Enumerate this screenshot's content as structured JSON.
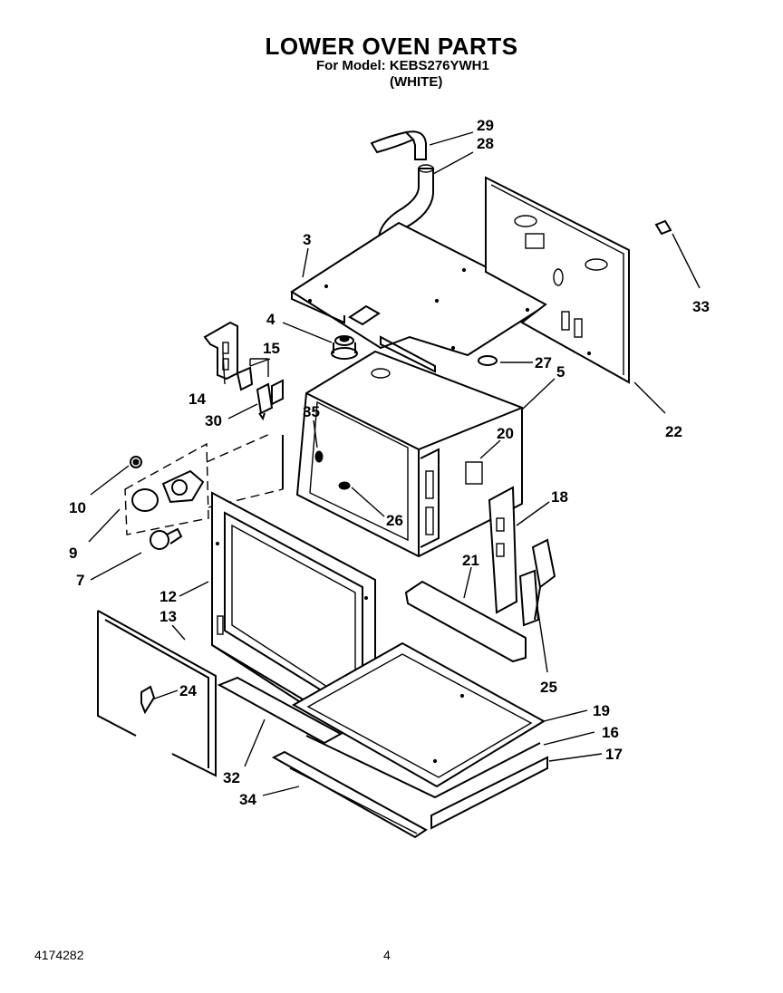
{
  "header": {
    "title": "LOWER OVEN PARTS",
    "model_line": "For Model: KEBS276YWH1",
    "color_line": "(WHITE)"
  },
  "footer": {
    "document_number": "4174282",
    "page_number": "4"
  },
  "callouts": {
    "c29": "29",
    "c28": "28",
    "c3": "3",
    "c33": "33",
    "c4": "4",
    "c15": "15",
    "c27": "27",
    "c5": "5",
    "c14": "14",
    "c30": "30",
    "c35": "35",
    "c22": "22",
    "c20": "20",
    "c10": "10",
    "c18": "18",
    "c26": "26",
    "c9": "9",
    "c21": "21",
    "c7": "7",
    "c12": "12",
    "c13": "13",
    "c25": "25",
    "c24": "24",
    "c19": "19",
    "c16": "16",
    "c17": "17",
    "c32": "32",
    "c34": "34"
  }
}
